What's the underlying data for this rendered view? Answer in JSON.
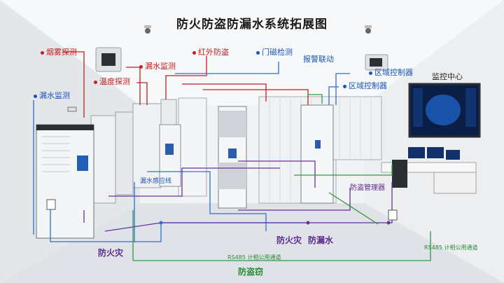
{
  "title": "防火防盗防漏水系统拓展图",
  "labels": {
    "smoke": "烟雾探测",
    "leak_top": "漏水监测",
    "temp": "温度探测",
    "leak_left": "漏水监测",
    "infrared": "红外防盗",
    "door": "门磁检测",
    "alarm": "报警联动",
    "zone1": "区域控制器",
    "zone2": "区域控制器",
    "monitor": "监控中心",
    "leak_line": "漏水感应线",
    "theft_host": "防盗管理器",
    "fire": "防火灾",
    "fire2": "防火灾",
    "waterproof": "防漏水",
    "rs485_center": "RS485 计相公用通道",
    "rs485_right": "RS485 计相公用通道",
    "theft": "防盗窃"
  },
  "colors": {
    "red_line": "#c41e1e",
    "blue_line": "#2a6fd6",
    "purple_line": "#6a2fa0",
    "green_line": "#2f9a45"
  }
}
